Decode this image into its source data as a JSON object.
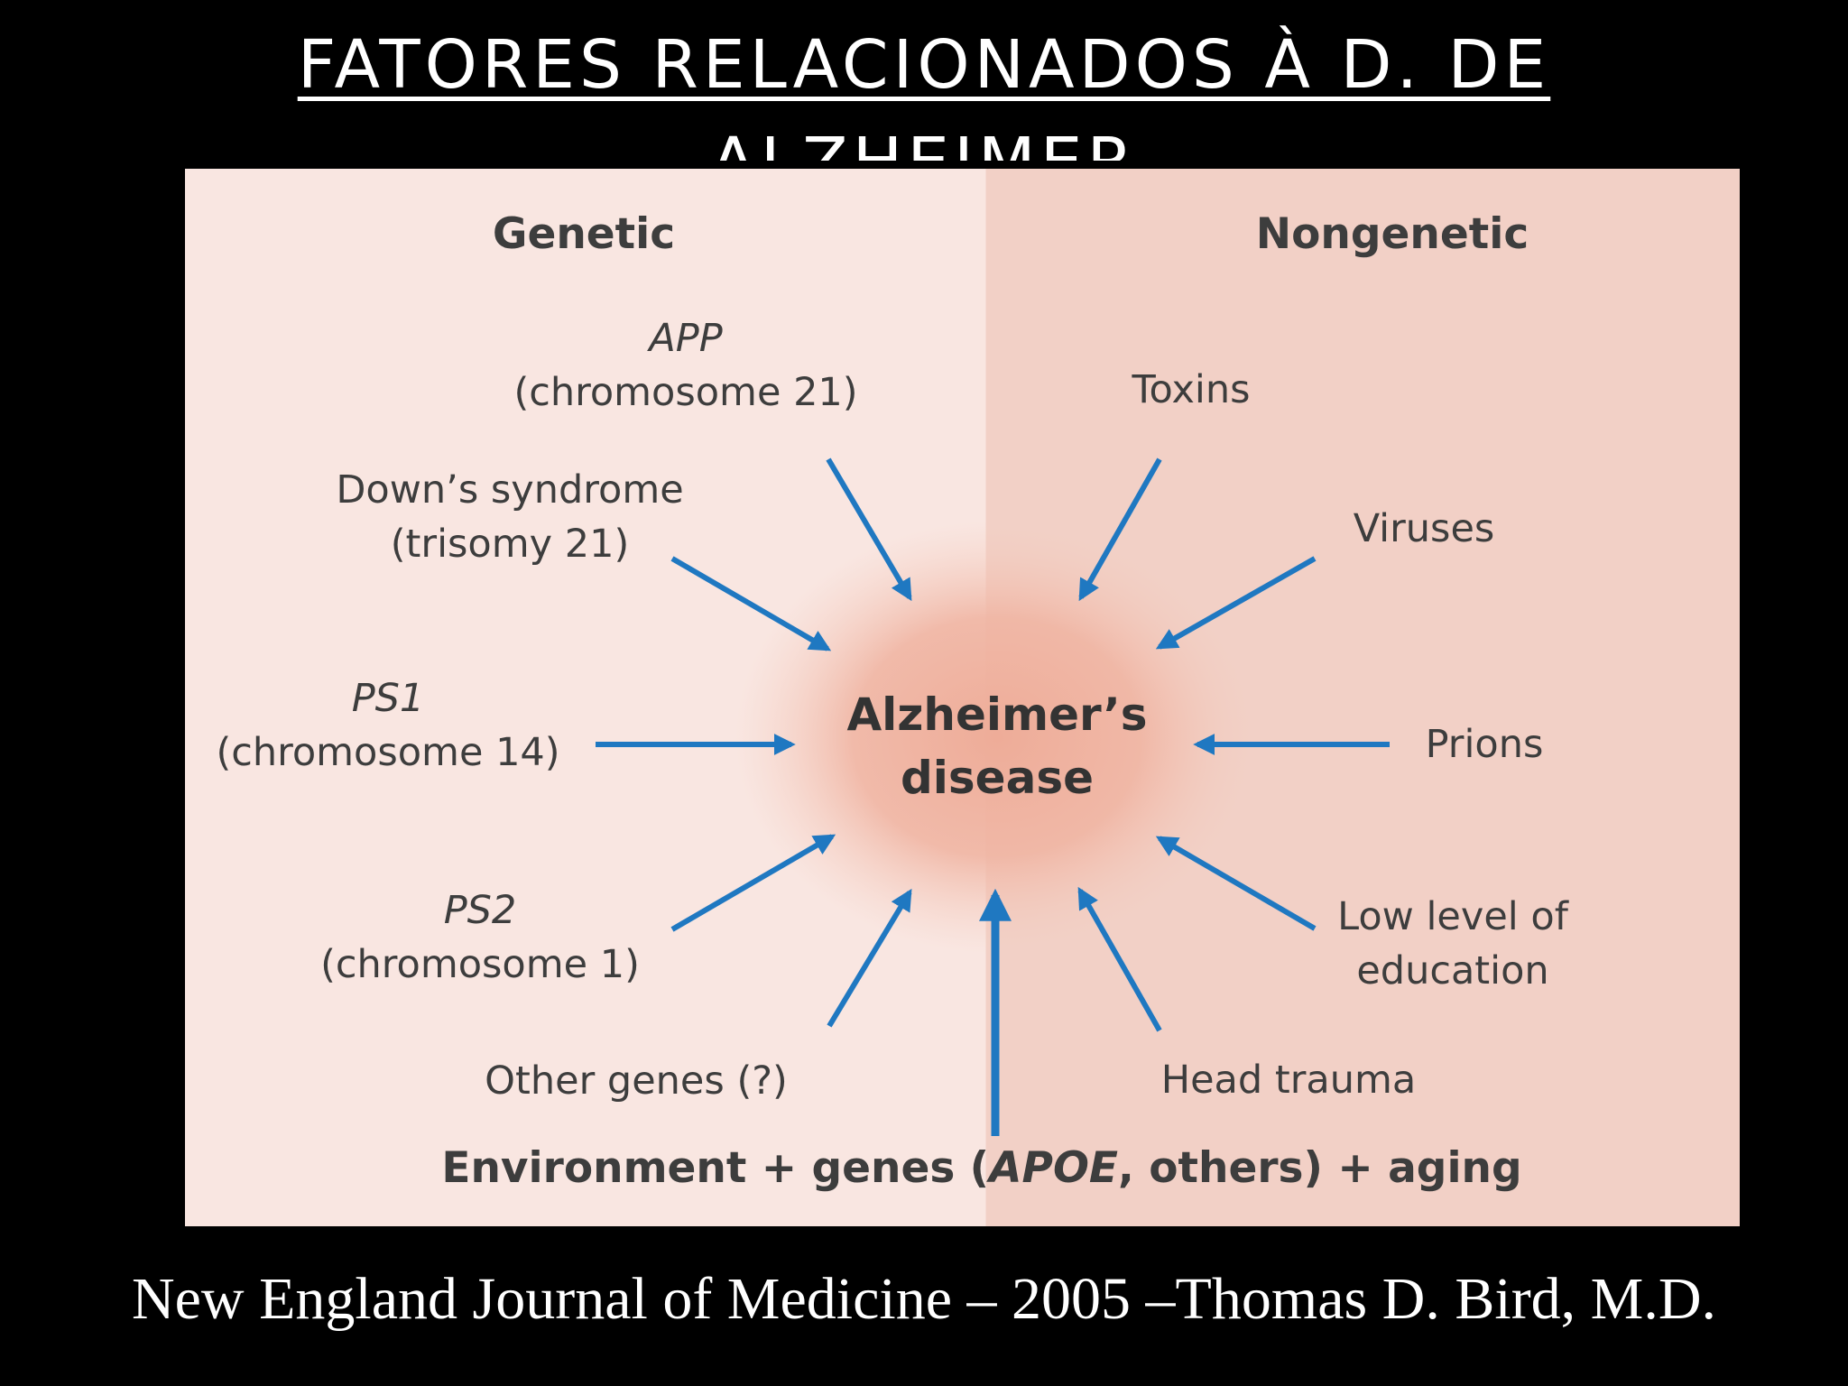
{
  "slide": {
    "title_line1": "FATORES RELACIONADOS À D. DE",
    "title_line2": "ALZHEIMER",
    "citation": "New England Journal of Medicine – 2005 –Thomas D. Bird, M.D."
  },
  "diagram": {
    "heading_left": "Genetic",
    "heading_right": "Nongenetic",
    "center_line1": "Alzheimer’s",
    "center_line2": "disease",
    "genetic": {
      "app_gene": "APP",
      "app_chromosome": "(chromosome 21)",
      "down_line1": "Down’s syndrome",
      "down_line2": "(trisomy 21)",
      "ps1_gene": "PS1",
      "ps1_chromosome": "(chromosome 14)",
      "ps2_gene": "PS2",
      "ps2_chromosome": "(chromosome 1)",
      "other_genes": "Other genes (?)"
    },
    "nongenetic": {
      "toxins": "Toxins",
      "viruses": "Viruses",
      "prions": "Prions",
      "education_line1": "Low level of",
      "education_line2": "education",
      "head_trauma": "Head trauma"
    },
    "bottom": {
      "part1": "Environment + genes (",
      "apoe": "APOE",
      "part2": ", others) + aging"
    },
    "arrow_color": "#1f78c1",
    "left_panel_color": "#f9e6e1",
    "right_panel_color": "#f2d0c6",
    "center_glow_color": "#eeac98"
  }
}
